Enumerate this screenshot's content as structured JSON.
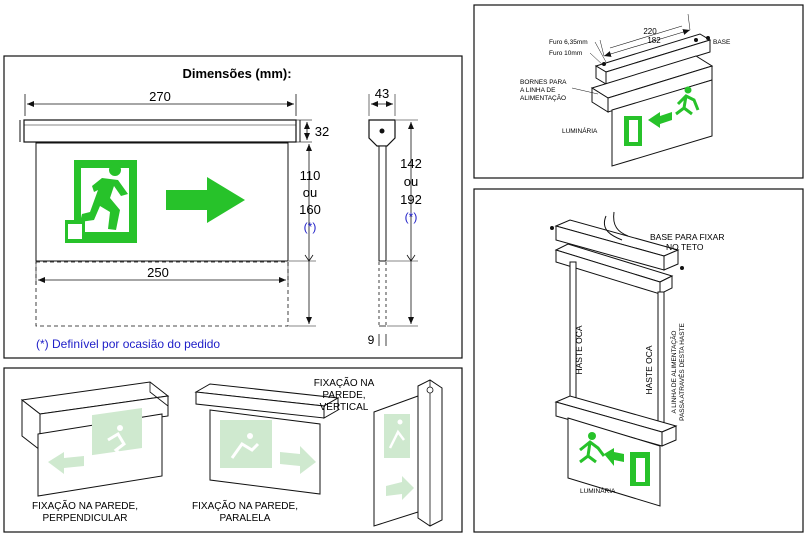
{
  "dimensions_panel": {
    "title": "Dimensões (mm):",
    "width_total": "270",
    "height_base": "32",
    "sign_height_a": "110",
    "sign_height_or": "ou",
    "sign_height_b": "160",
    "sign_height_note": "(*)",
    "sign_width": "250",
    "side_width": "43",
    "side_height_a": "142",
    "side_height_or": "ou",
    "side_height_b": "192",
    "side_height_note": "(*)",
    "bottom_gap": "9",
    "footnote": "(*) Definível por ocasião do pedido"
  },
  "mounting_panel": {
    "perpendicular_line1": "FIXAÇÃO NA PAREDE,",
    "perpendicular_line2": "PERPENDICULAR",
    "parallel_line1": "FIXAÇÃO NA PAREDE,",
    "parallel_line2": "PARALELA",
    "vertical_line1": "FIXAÇÃO NA",
    "vertical_line2": "PAREDE,",
    "vertical_line3": "VERTICAL"
  },
  "base_panel": {
    "dim_220": "220",
    "dim_182": "182",
    "furo_635": "Furo 6,35mm",
    "furo_10": "Furo 10mm",
    "base": "BASE",
    "bornes_line1": "BORNES PARA",
    "bornes_line2": "A LINHA DE",
    "bornes_line3": "ALIMENTAÇÃO",
    "luminaria": "LUMINÁRIA"
  },
  "ceiling_panel": {
    "base_line1": "BASE PARA FIXAR",
    "base_line2": "NO TETO",
    "haste_left": "HASTE OCA",
    "haste_right": "HASTE OCA",
    "power_line1": "A LINHA DE ALIMENTAÇÃO",
    "power_line2": "PASSA ATRAVÉS DESTA HASTE",
    "luminaria": "LUMINÁRIA"
  },
  "colors": {
    "green": "#27c22a",
    "light_green": "#cfe9cf",
    "blue_note": "#2020c8",
    "line": "#111111"
  }
}
